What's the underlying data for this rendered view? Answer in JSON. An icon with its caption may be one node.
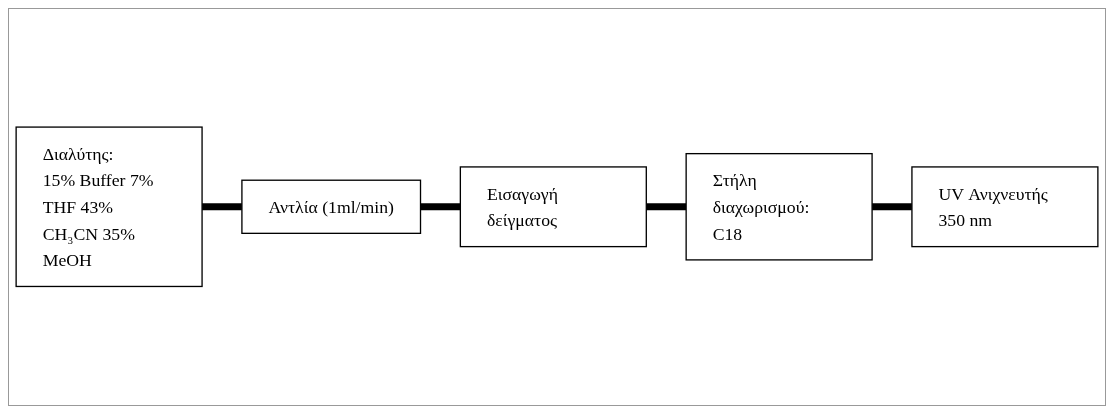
{
  "diagram": {
    "nodes": [
      {
        "text": [
          "Διαλύτης:",
          "15% Buffer 7% THF 43% CH₃CN 35% MeOH"
        ]
      },
      {
        "text": [
          "Αντλία (1ml/min)"
        ]
      },
      {
        "text": [
          "Εισαγωγή δείγματος"
        ]
      },
      {
        "text": [
          "Στήλη διαχωρισμού:",
          "C18"
        ]
      },
      {
        "text": [
          "UV Ανιχνευτής 350 nm"
        ]
      }
    ],
    "edges": [
      {
        "from": 0,
        "to": 1,
        "arrow": "none"
      },
      {
        "from": 1,
        "to": 2,
        "arrow": "none"
      },
      {
        "from": 2,
        "to": 3,
        "arrow": "none"
      },
      {
        "from": 3,
        "to": 4,
        "arrow": "none"
      }
    ]
  }
}
